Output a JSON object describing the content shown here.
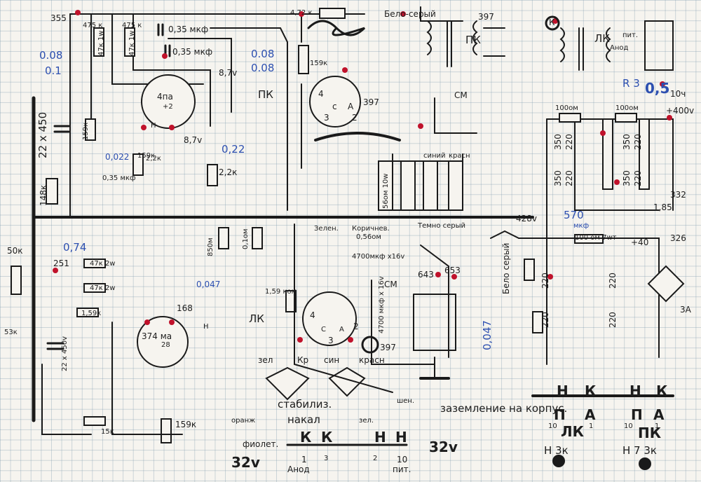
{
  "sheet": {
    "top": {
      "res_left_1": "475 к",
      "res_left_2": "47к 1w",
      "res_left_3": "47к 1w",
      "res_left_4": "475 к",
      "cap_1": "0,35 мкф",
      "cap_2": "0,35 мкф",
      "res_top_mid": "4,72 к",
      "wire_note": "Бело-серый",
      "v_397_top": "397",
      "pk_trafo": "ПК",
      "lk_trafo": "ЛК",
      "anod_lbl": "Анод",
      "pit_lbl": "пит.",
      "k_marker": "К",
      "v_355": "355",
      "blue_1": "0.08",
      "blue_2": "0.1",
      "blue_3": "0.08",
      "blue_4": "0.08",
      "res_159k_top": "159к"
    },
    "tubes": {
      "t1_label": "4па",
      "t1_pins": "+2",
      "t1_h": "Н",
      "t2_label": "ПК",
      "t2_pin4": "4",
      "t2_pinc": "с",
      "t2_pinA": "А",
      "t2_pin3": "3",
      "t2_pin2": "2",
      "t2_397": "397",
      "t3_label": "374 ма",
      "t3_28": "28",
      "t3_h": "Н",
      "t4_lk": "ЛК",
      "t4_pin4": "4",
      "t4_pin3": "3",
      "t4_pin2": "2",
      "t4_pinc": "С",
      "t4_pinA": "А",
      "t4_397": "397",
      "t4_643": "643"
    },
    "left": {
      "cap_22x450": "22 x 450",
      "res_148k": "148к",
      "v_074": "0,74",
      "v_251": "251",
      "res_50k": "50к",
      "res_53k": "53к",
      "cap_22x450b": "22 x 450v",
      "res_1_59k": "1,59к",
      "res_47k_2w_a": "47к 2w",
      "res_47k_2w_b": "47к 2w",
      "v_87a": "8,7v",
      "v_87b": "8,7v",
      "blue_022": "0,22",
      "blue_0022": "0,022",
      "v_035": "0,35 мкф",
      "res_22k_a": "2,2к",
      "res_22k_b": "2,2к",
      "res_159k": "159к",
      "res_159k_2": "159к",
      "v_168": "168",
      "blue_0047": "0,047",
      "res_850m": "850м",
      "res_010m": "0,1ом",
      "res_1590m": "1,59 ком",
      "res_15k": "15к",
      "res_159kb": "159к"
    },
    "middle": {
      "caps_list": "56ом 10w",
      "grey_note": "Темно серый",
      "zel_note": "Зелен.",
      "brown_note": "Коричнев.",
      "v_056": "0,56ом",
      "v_4700": "4700мкф x16v",
      "sm_lbl": "СМ",
      "sm_lbl2": "СМ",
      "v_653": "653",
      "cap_4700": "4700 мкф x 16v",
      "krasn": "красн",
      "siniy": "синий",
      "green_lbl": "зел",
      "blue_lbl": "син",
      "red_lbl": "красн",
      "kr_lbl": "Кр",
      "stab_lbl": "стабилиз.",
      "nakal": "накал",
      "orange": "оранж",
      "fiolet": "фиолет.",
      "zel2": "зел.",
      "shen": "шен.",
      "v_32a": "32v",
      "v_32b": "32v",
      "ground_note": "заземление на корпус.",
      "k1": "К",
      "k2": "К",
      "h1": "Н",
      "h2": "Н",
      "anod_bottom": "Анод",
      "pit_bottom": "пит.",
      "n3": "3",
      "n2": "2",
      "n10": "10",
      "n1": "1"
    },
    "right": {
      "res_100om_a": "100ом",
      "res_100om_b": "100ом",
      "r_350_a": "350",
      "r_220_a": "220",
      "r_350_b": "350",
      "r_220_b": "220",
      "r_350_c": "350",
      "r_220_c": "220",
      "r_350_d": "350",
      "r_220_d": "220",
      "v_428": "428v",
      "v_570": "570",
      "blue_570_mk": "мкф",
      "v_185": "1,85",
      "v_332": "332",
      "v_326": "326",
      "v_400": "+400v",
      "v_40": "+40",
      "r3_label": "R 3",
      "r3_val": "0,5",
      "res_100om_7w": "100 ом 7wт",
      "bel_ser": "Бело серый",
      "r_220_e": "220",
      "r_220_f": "220",
      "r_220_g": "220",
      "r_220_h": "220",
      "blue_0047b": "0,047",
      "v_104": "10ч",
      "v_lk": "ЛК",
      "v_pk": "ПК",
      "h_a": "Н",
      "k_a": "К",
      "h_b": "Н",
      "k_b": "К",
      "p1": "П",
      "a1": "А",
      "p2": "П",
      "a2": "А",
      "n10a": "10",
      "n1a": "1",
      "n10b": "10",
      "n1b": "1",
      "h3k_a": "Н 3к",
      "h3k_b": "Н 7 3к",
      "v_3a": "3А"
    }
  }
}
